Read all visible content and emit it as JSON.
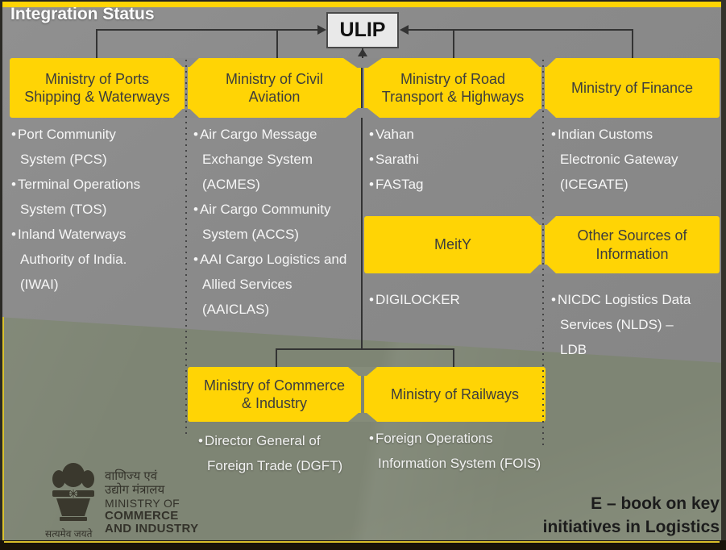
{
  "title": "Integration Status",
  "hub": {
    "label": "ULIP"
  },
  "row1": [
    {
      "label": "Ministry of Ports\nShipping & Waterways",
      "items": [
        "Port Community System (PCS)",
        "Terminal Operations System (TOS)",
        "Inland Waterways Authority of India. (IWAI)"
      ]
    },
    {
      "label": "Ministry of Civil\nAviation",
      "items": [
        "Air Cargo Message Exchange System (ACMES)",
        "Air Cargo Community System (ACCS)",
        "AAI Cargo Logistics and Allied Services (AAICLAS)"
      ]
    },
    {
      "label": "Ministry of Road\nTransport & Highways",
      "items": [
        "Vahan",
        "Sarathi",
        "FASTag"
      ]
    },
    {
      "label": "Ministry of Finance",
      "items": [
        "Indian Customs Electronic Gateway (ICEGATE)"
      ]
    }
  ],
  "row2": [
    {
      "label": "MeitY",
      "items": [
        "DIGILOCKER"
      ]
    },
    {
      "label": "Other Sources of\nInformation",
      "items": [
        "NICDC Logistics Data Services (NLDS) – LDB"
      ]
    }
  ],
  "row3": [
    {
      "label": "Ministry of Commerce\n& Industry",
      "items": [
        "Director General of Foreign Trade (DGFT)"
      ]
    },
    {
      "label": "Ministry of Railways",
      "items": [
        "Foreign Operations Information System (FOIS)"
      ]
    }
  ],
  "footer": {
    "logo": {
      "hindi_line1": "वाणिज्य एवं",
      "hindi_line2": "उद्योग मंत्रालय",
      "en_line1": "MINISTRY OF",
      "en_line2": "COMMERCE",
      "en_line3": "AND INDUSTRY",
      "motto": "सत्यमेव जयते"
    },
    "ebook_note": "E – book on key\ninitiatives in Logistics"
  },
  "colors": {
    "accent_yellow": "#ffd405",
    "panel_gray": "#8a8a8a",
    "background_green": "#858c7a",
    "connector_dark": "#333333",
    "banner_text": "#3d3d3d",
    "list_text": "#f6f6f6"
  }
}
